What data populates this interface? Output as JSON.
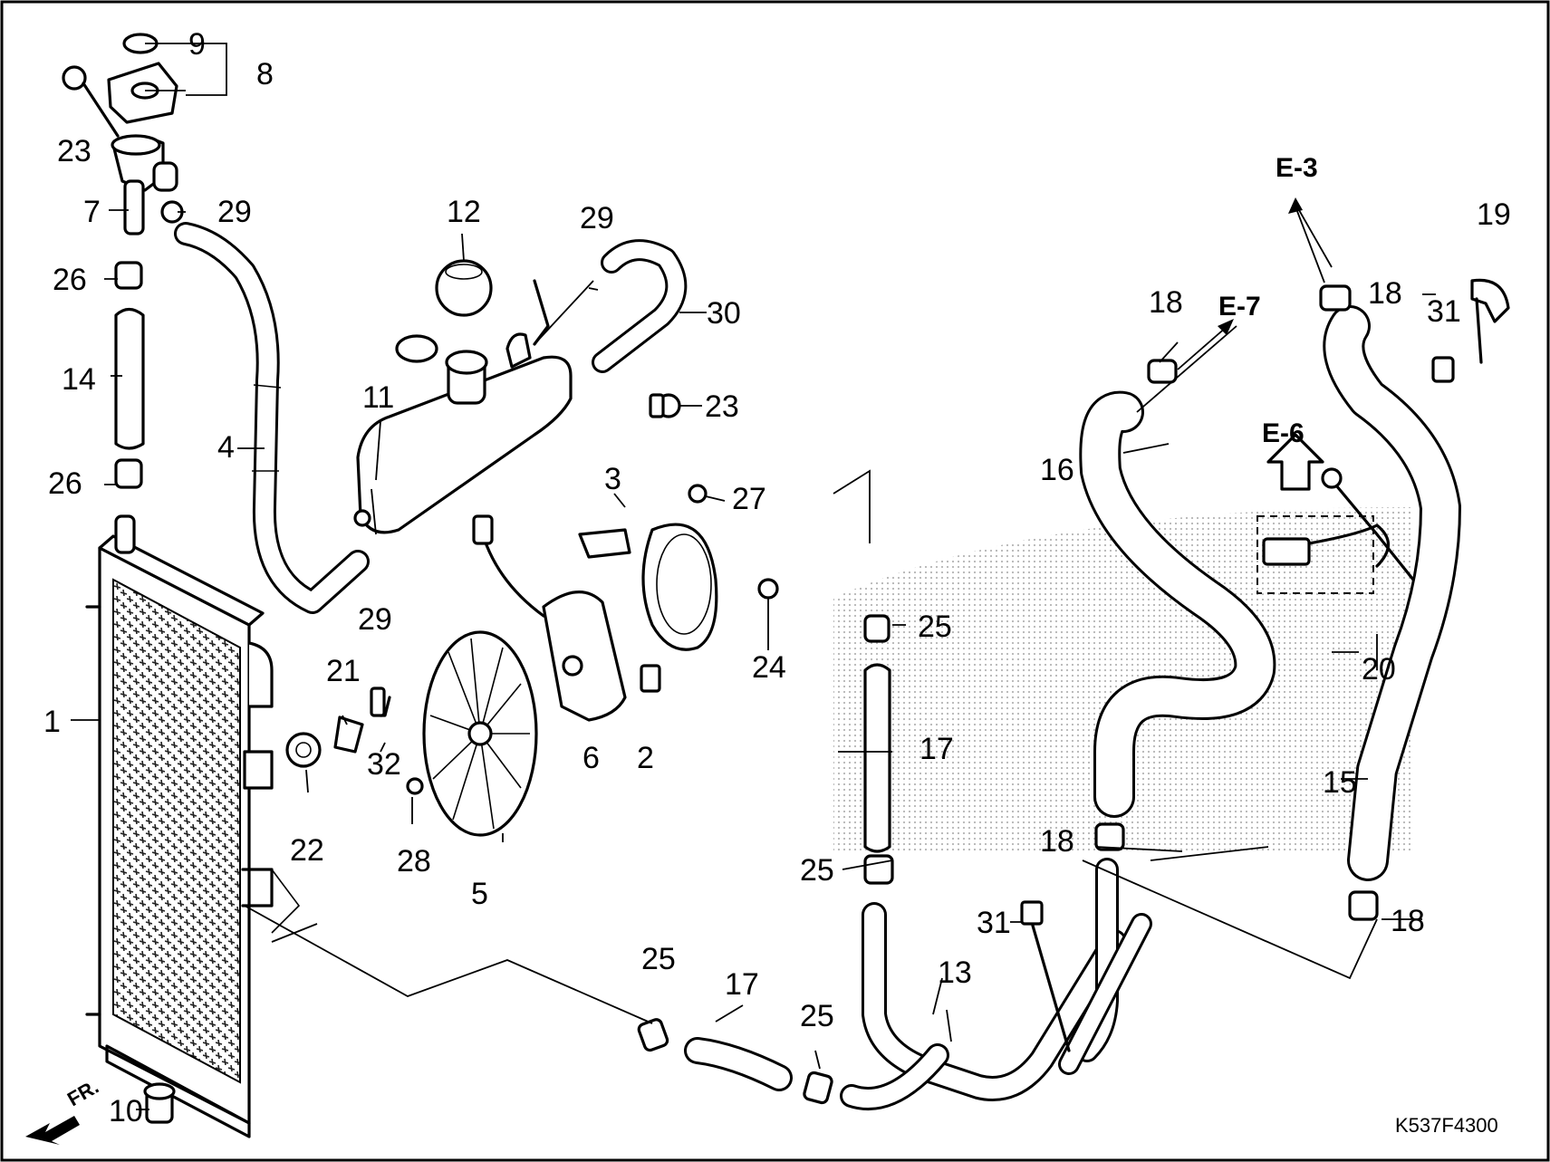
{
  "diagram": {
    "code": "K537F4300",
    "direction_label": "FR.",
    "references": [
      "E-3",
      "E-7",
      "E-6"
    ],
    "callouts": [
      "1",
      "2",
      "3",
      "4",
      "5",
      "6",
      "7",
      "8",
      "9",
      "10",
      "11",
      "12",
      "13",
      "14",
      "15",
      "16",
      "17",
      "17",
      "18",
      "18",
      "18",
      "18",
      "19",
      "20",
      "21",
      "22",
      "23",
      "23",
      "24",
      "25",
      "25",
      "25",
      "25",
      "26",
      "26",
      "27",
      "28",
      "29",
      "29",
      "29",
      "30",
      "31",
      "31",
      "32"
    ]
  }
}
